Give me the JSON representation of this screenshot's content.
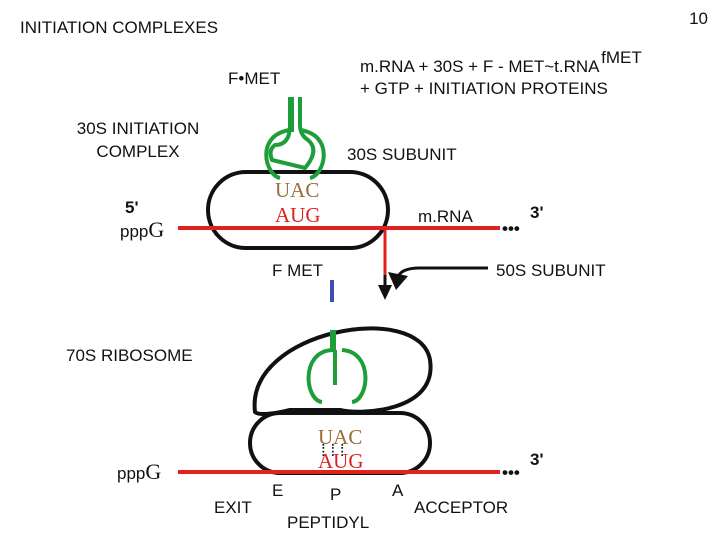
{
  "page_number": "10",
  "title": "INITIATION COMPLEXES",
  "equation": {
    "line1": "m.RNA + 30S + F - MET~t.RNA",
    "line1_superscript": "fMET",
    "line2": "+ GTP + INITIATION PROTEINS"
  },
  "labels": {
    "f_met_top": "F•MET",
    "initiation_complex_line1": "30S INITIATION",
    "initiation_complex_line2": "COMPLEX",
    "subunit_30s": "30S SUBUNIT",
    "five_prime": "5'",
    "ppp_prefix": "ppp",
    "ppp_g": "G",
    "mrna": "m.RNA",
    "three_prime_top": "3'",
    "f_met_bottom": "F  MET",
    "subunit_50s": "50S SUBUNIT",
    "ribosome_70s": "70S RIBOSOME",
    "three_prime_bottom": "3'",
    "site_e": "E",
    "site_p": "P",
    "site_a": "A",
    "exit": "EXIT",
    "peptidyl": "PEPTIDYL",
    "acceptor": "ACCEPTOR"
  },
  "codons": {
    "anticodon_top": "UAC",
    "codon_top": "AUG",
    "anticodon_bottom": "UAC",
    "codon_bottom": "AUG"
  },
  "colors": {
    "mrna_line": "#e0221c",
    "trna_green": "#1e9e3a",
    "codon_red": "#e0221c",
    "codon_brown": "#9b6b3a",
    "met_blue": "#3a4fb0",
    "outline": "#111111"
  }
}
